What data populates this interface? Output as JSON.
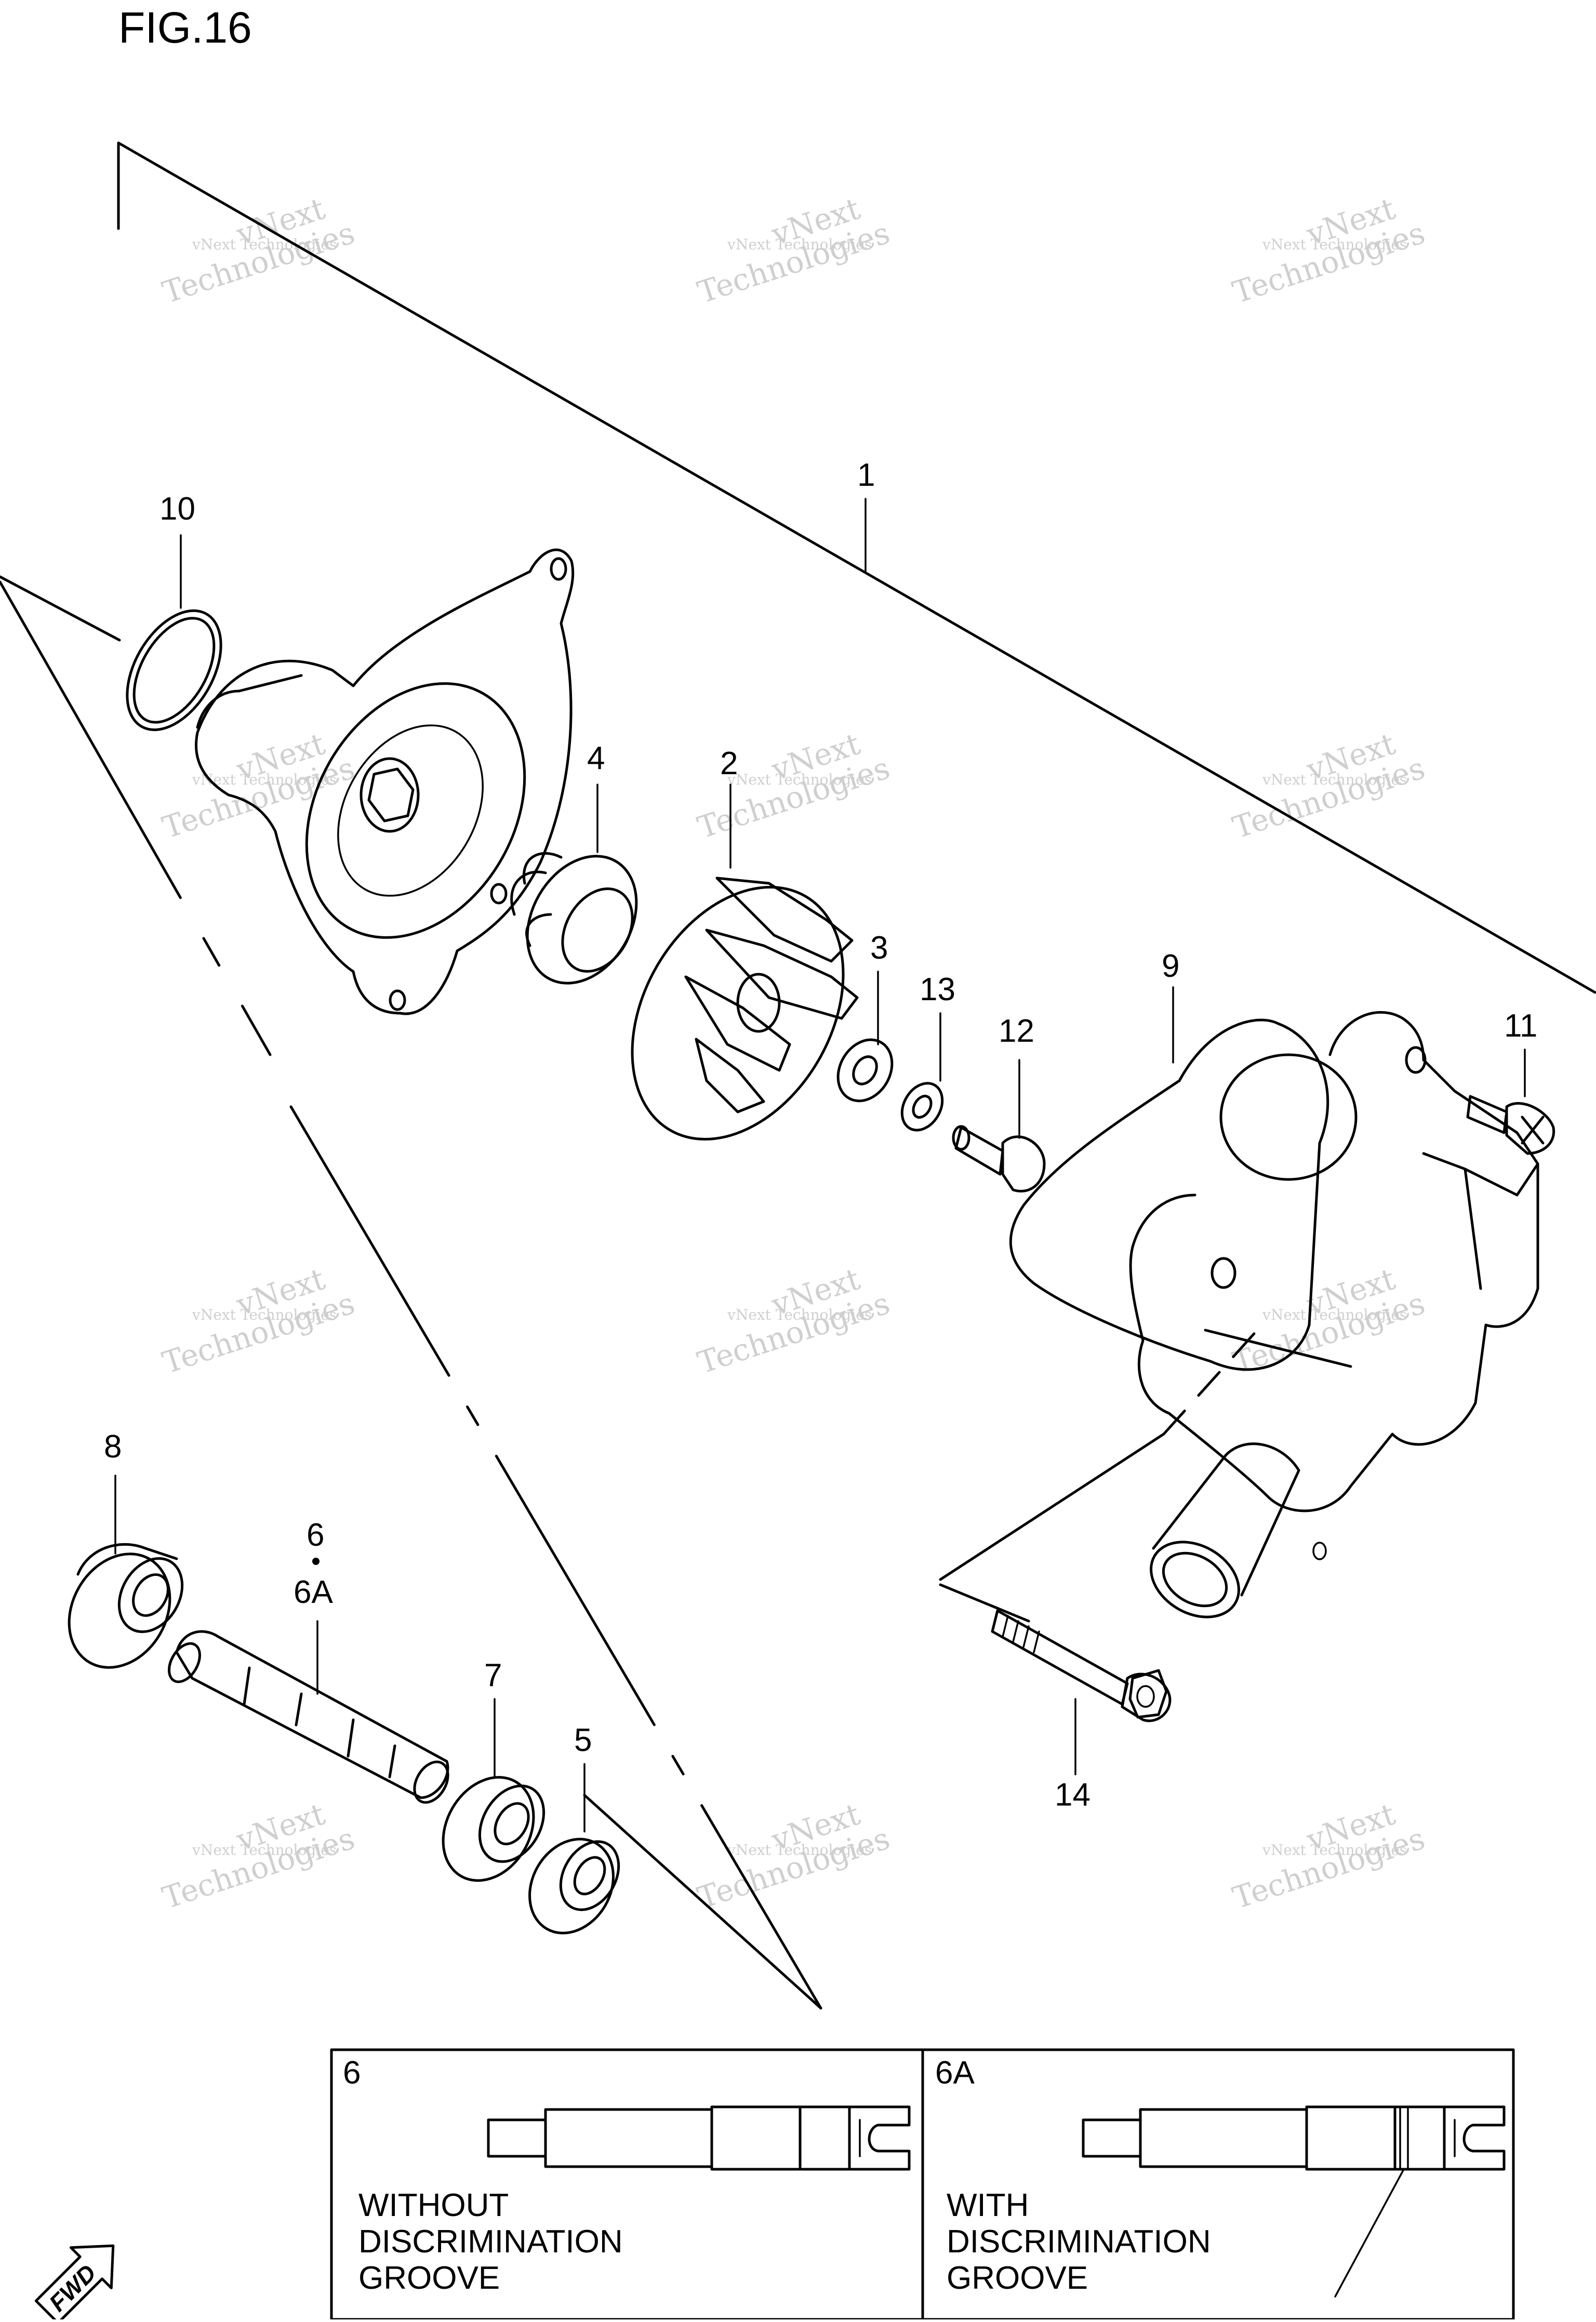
{
  "figure": {
    "title": "FIG.16"
  },
  "callouts": [
    {
      "id": "1",
      "label": "1"
    },
    {
      "id": "2",
      "label": "2"
    },
    {
      "id": "3",
      "label": "3"
    },
    {
      "id": "4",
      "label": "4"
    },
    {
      "id": "5",
      "label": "5"
    },
    {
      "id": "6",
      "label": "6"
    },
    {
      "id": "6A",
      "label": "6A"
    },
    {
      "id": "7",
      "label": "7"
    },
    {
      "id": "8",
      "label": "8"
    },
    {
      "id": "9",
      "label": "9"
    },
    {
      "id": "10",
      "label": "10"
    },
    {
      "id": "11",
      "label": "11"
    },
    {
      "id": "12",
      "label": "12"
    },
    {
      "id": "13",
      "label": "13"
    },
    {
      "id": "14",
      "label": "14"
    }
  ],
  "inset": {
    "left": {
      "id": "6",
      "lines": [
        "WITHOUT",
        "DISCRIMINATION",
        "GROOVE"
      ]
    },
    "right": {
      "id": "6A",
      "lines": [
        "WITH",
        "DISCRIMINATION",
        "GROOVE"
      ]
    }
  },
  "fwd_badge": "FWD",
  "watermark": {
    "line1": "vNext Technologies",
    "line2": "vNext",
    "line3": "Technologies"
  }
}
